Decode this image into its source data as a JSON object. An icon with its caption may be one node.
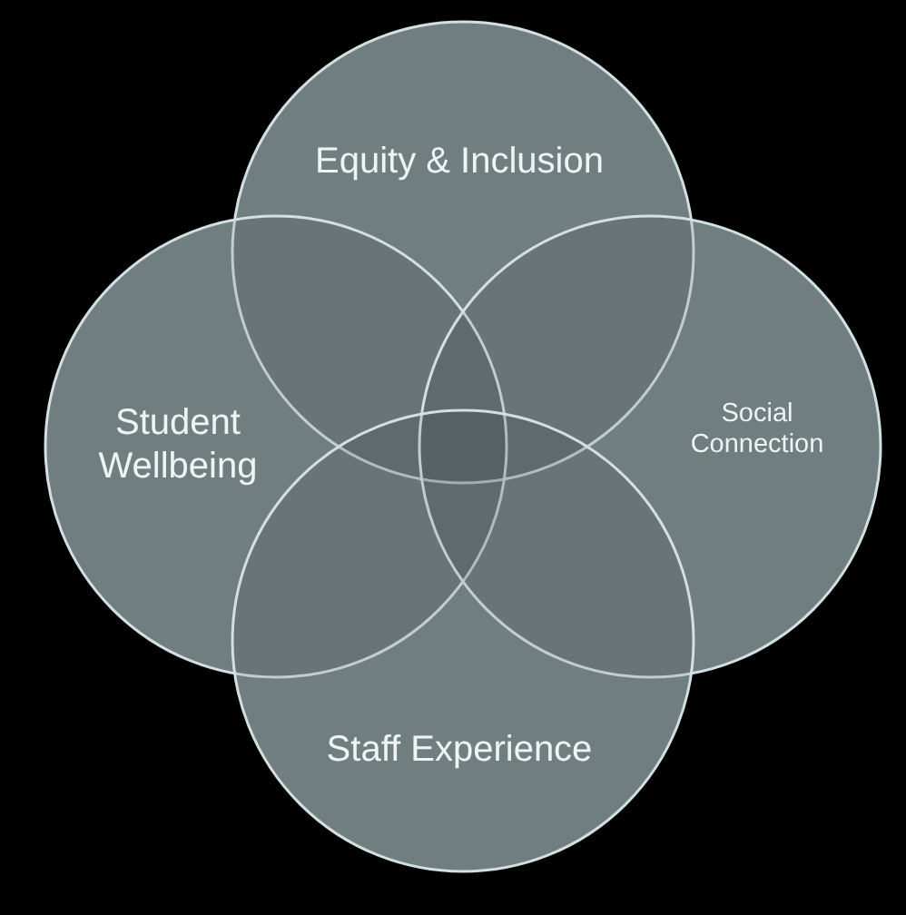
{
  "diagram": {
    "nodes": [
      {
        "text": [
          "Equity & Inclusion"
        ]
      },
      {
        "text": [
          "Student Wellbeing"
        ]
      },
      {
        "text": [
          "Social Connection"
        ]
      },
      {
        "text": [
          "Staff Experience"
        ]
      }
    ]
  }
}
